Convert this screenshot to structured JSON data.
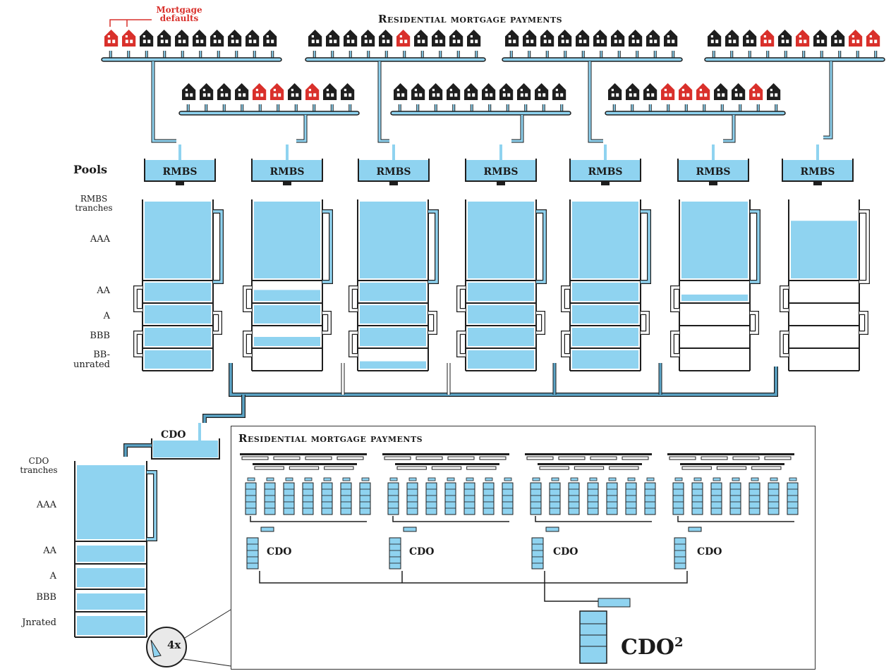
{
  "top_title": "Residential mortgage payments",
  "mortgage_defaults_label_1": "Mortgage",
  "mortgage_defaults_label_2": "defaults",
  "pools_label": "Pools",
  "pool_labels": [
    "RMBS",
    "RMBS",
    "RMBS",
    "RMBS",
    "RMBS",
    "RMBS",
    "RMBS"
  ],
  "rmbs_tranches_label_1": "RMBS",
  "rmbs_tranches_label_2": "tranches",
  "rmbs_tranche_names": [
    "AAA",
    "AA",
    "A",
    "BBB",
    "BB-",
    "unrated"
  ],
  "cdo_label": "CDO",
  "cdo_tranches_label_1": "CDO",
  "cdo_tranches_label_2": "tranches",
  "cdo_tranche_names": [
    "AAA",
    "AA",
    "A",
    "BBB",
    "Jnrated"
  ],
  "magnifier_label": "4x",
  "inset_title": "Residential mortgage payments",
  "inset_cdo_labels": [
    "CDO",
    "CDO",
    "CDO",
    "CDO"
  ],
  "cdo_squared_label": "CDO",
  "cdo_squared_exponent": "2",
  "colors": {
    "water": "#8fd3f0",
    "outline": "#1e1e1e",
    "default_house": "#d9302b",
    "pipe": "#5ba4c6"
  }
}
